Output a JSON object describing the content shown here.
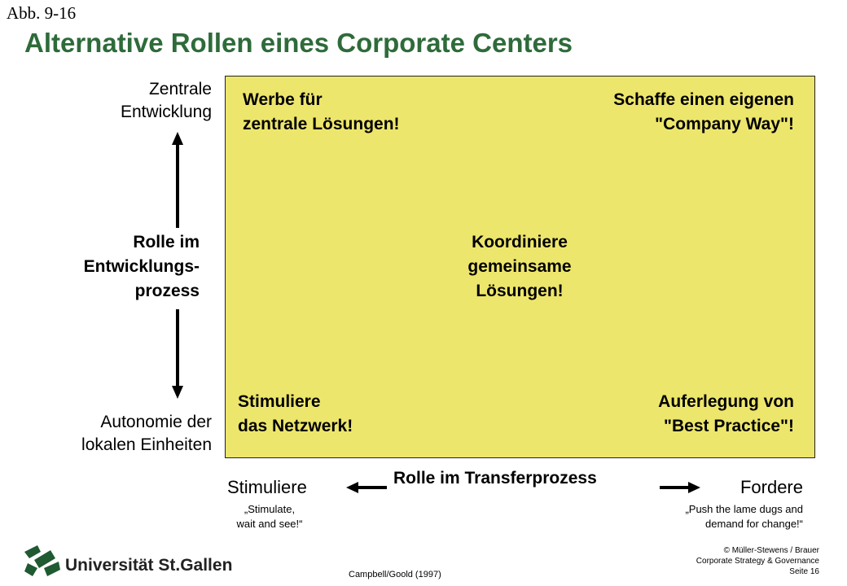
{
  "figure_label": "Abb. 9-16",
  "title": "Alternative Rollen eines Corporate Centers",
  "quadrants": {
    "top_left": [
      "Werbe für",
      "zentrale Lösungen!"
    ],
    "top_right": [
      "Schaffe einen eigenen",
      "\"Company Way\"!"
    ],
    "center": [
      "Koordiniere",
      "gemeinsame",
      "Lösungen!"
    ],
    "bottom_left": [
      "Stimuliere",
      "das Netzwerk!"
    ],
    "bottom_right": [
      "Auferlegung von",
      "\"Best Practice\"!"
    ]
  },
  "y_axis": {
    "top": [
      "Zentrale",
      "Entwicklung"
    ],
    "label": [
      "Rolle im",
      "Entwicklungs-",
      "prozess"
    ],
    "bottom": [
      "Autonomie der",
      "lokalen Einheiten"
    ]
  },
  "x_axis": {
    "left": "Stimuliere",
    "left_quote": [
      "„Stimulate,",
      "wait and see!“"
    ],
    "label": "Rolle im Transferprozess",
    "right": "Fordere",
    "right_quote": [
      "„Push the lame dugs and",
      "demand for change!“"
    ]
  },
  "footer": {
    "logo_text": "Universität St.Gallen",
    "source": "Campbell/Goold (1997)",
    "copyright": [
      "© Müller-Stewens / Brauer",
      "Corporate Strategy & Governance",
      "Seite 16"
    ]
  },
  "colors": {
    "title_green": "#2e6b3a",
    "matrix_fill": "#ede66c",
    "logo_green": "#1f5a32"
  }
}
